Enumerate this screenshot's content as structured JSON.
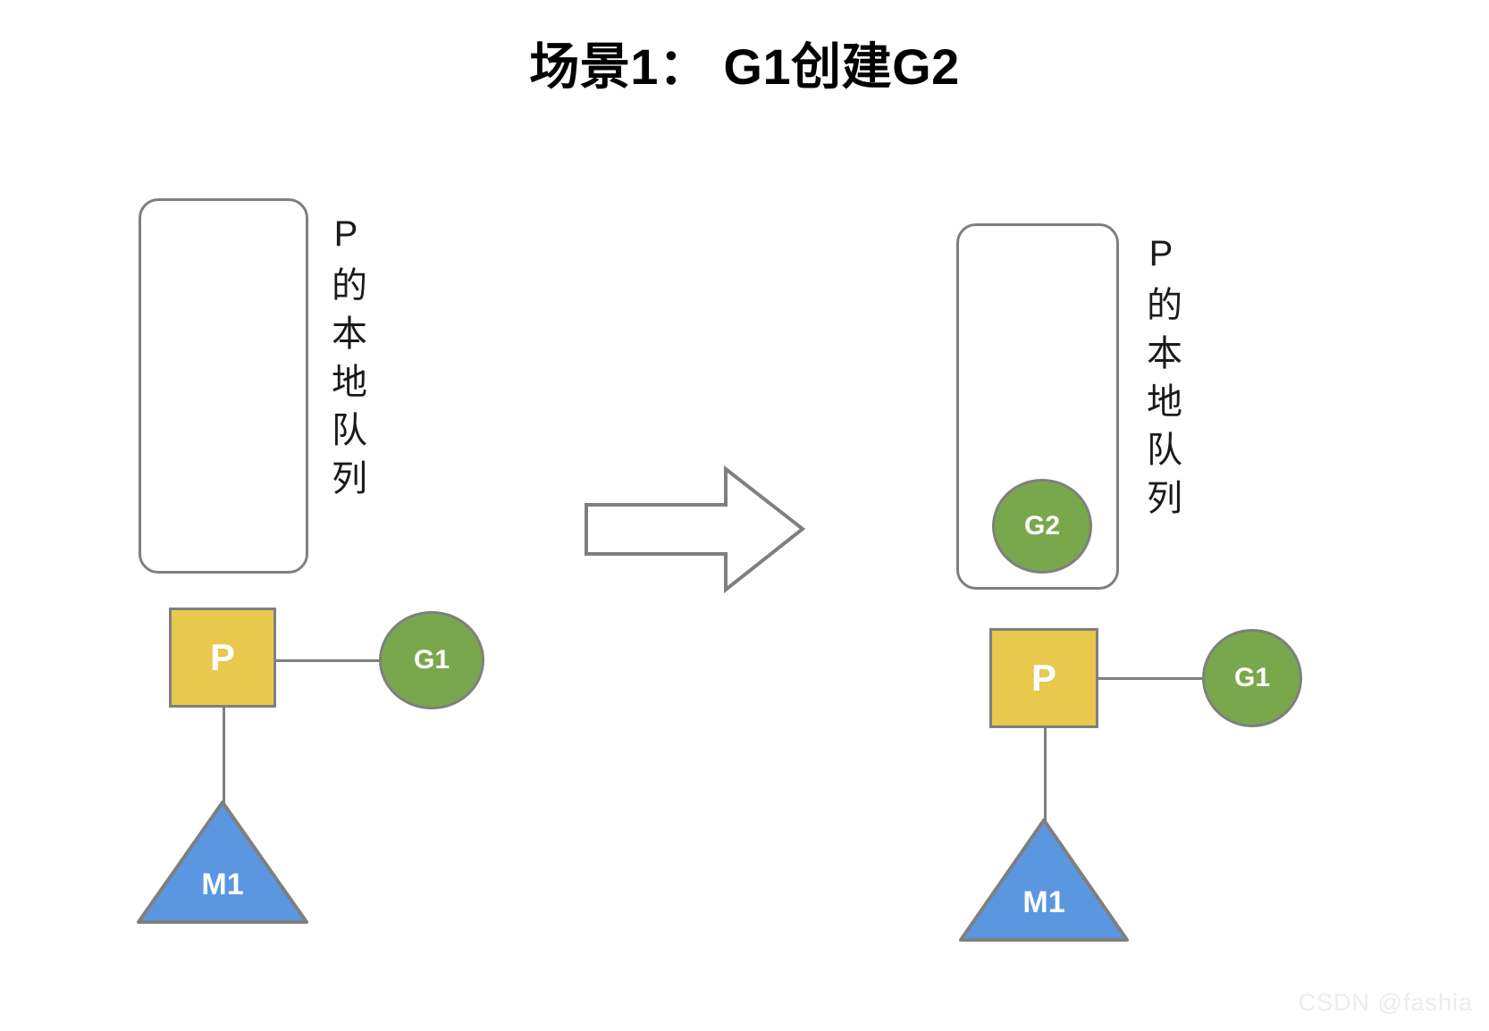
{
  "title": "场景1： G1创建G2",
  "colors": {
    "processor_fill": "#e8c84d",
    "goroutine_fill": "#79a84c",
    "machine_fill": "#5b97e0",
    "stroke": "#7f7f7f",
    "background": "#ffffff",
    "text_on_shape": "#ffffff",
    "watermark": "#ececec"
  },
  "scenes": [
    {
      "id": "before",
      "queue_label": "P的本地队列",
      "queue_items": [],
      "processor": {
        "label": "P"
      },
      "running_goroutine": {
        "label": "G1"
      },
      "machine": {
        "label": "M1"
      }
    },
    {
      "id": "after",
      "queue_label": "P的本地队列",
      "queue_items": [
        {
          "label": "G2"
        }
      ],
      "processor": {
        "label": "P"
      },
      "running_goroutine": {
        "label": "G1"
      },
      "machine": {
        "label": "M1"
      }
    }
  ],
  "transition": {
    "icon": "right-block-arrow"
  },
  "watermark": "CSDN @fashia"
}
